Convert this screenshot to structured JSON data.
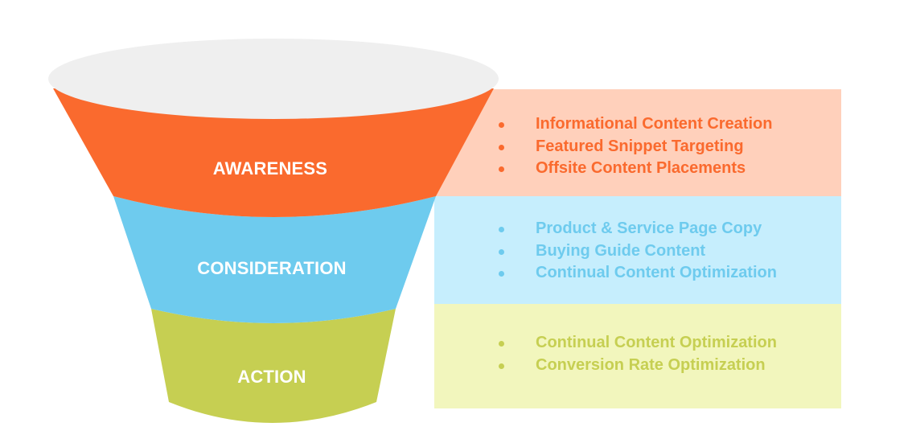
{
  "colors": {
    "rim": "#efefef",
    "awareness": "#fa6a2e",
    "awareness_panel": "#ffd0bb",
    "consideration": "#6ecbee",
    "consideration_panel": "#c6eefd",
    "action": "#c6cf52",
    "action_panel": "#f2f6bd"
  },
  "funnel": {
    "stages": [
      {
        "label": "AWARENESS",
        "items": [
          "Informational Content Creation",
          "Featured Snippet Targeting",
          "Offsite Content Placements"
        ]
      },
      {
        "label": "CONSIDERATION",
        "items": [
          "Product & Service Page Copy",
          "Buying Guide Content",
          "Continual Content Optimization"
        ]
      },
      {
        "label": "ACTION",
        "items": [
          "Continual Content Optimization",
          "Conversion Rate Optimization"
        ]
      }
    ]
  }
}
